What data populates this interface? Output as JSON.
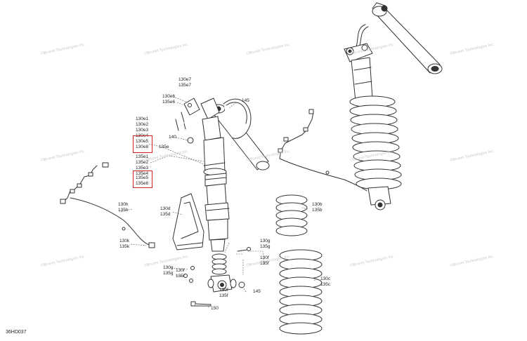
{
  "labels": {
    "l130e7": "130e7",
    "l135e7": "135e7",
    "l130e6": "130e6",
    "l135e6": "135e6",
    "l145a": "145",
    "l130e1": "130e1",
    "l130e2": "130e2",
    "l130e3": "130e3",
    "l130e4": "130e4",
    "l130e5": "130e5",
    "l130e8": "130e8",
    "l140": "140",
    "l135e": "135e",
    "l135e1": "135e1",
    "l135e2": "135e2",
    "l135e3": "135e3",
    "l135e4": "135e4",
    "l135e5": "135e5",
    "l135e8": "135e8",
    "l130h": "130h",
    "l135h": "135h",
    "l130d": "130d",
    "l135d": "135d",
    "l130b": "130b",
    "l135b": "135b",
    "l130k": "130k",
    "l135k": "135k",
    "l130g": "130g",
    "l135g": "135g",
    "l130f": "130f",
    "l135f": "135f",
    "l130c": "130c",
    "l135c": "135c",
    "l145b": "145",
    "l150": "150"
  },
  "watermark": "©Brunet Technologies Inc.",
  "diagram_code": "36HD037",
  "colors": {
    "highlight": "#d02020",
    "line": "#333333",
    "watermark": "#c9c9c9"
  }
}
